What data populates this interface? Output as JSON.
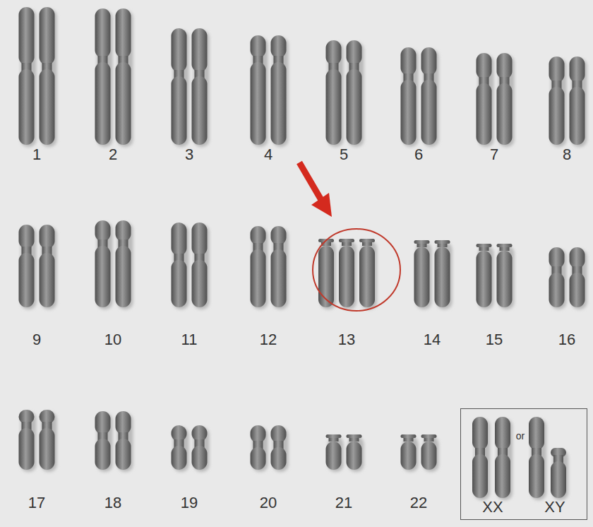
{
  "diagram": {
    "nodes": [
      {
        "text": [
          "or",
          "XX",
          "XY"
        ]
      }
    ],
    "labels": [
      "1",
      "2",
      "3",
      "4",
      "5",
      "6",
      "7",
      "8",
      "9",
      "10",
      "11",
      "12",
      "13",
      "14",
      "15",
      "16",
      "17",
      "18",
      "19",
      "20",
      "21",
      "22"
    ]
  }
}
